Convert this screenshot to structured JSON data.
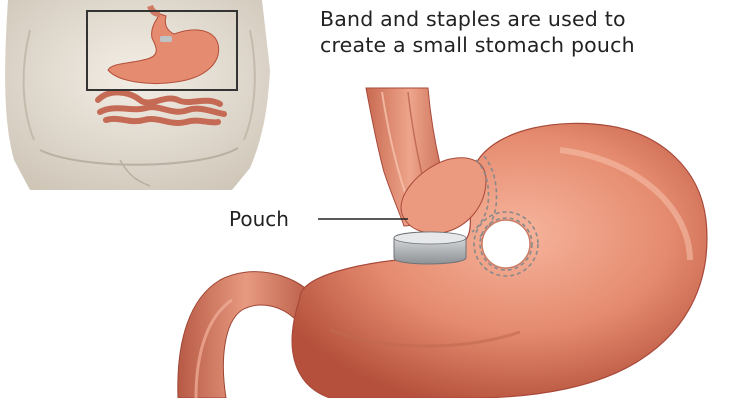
{
  "caption": {
    "line1": "Band and staples are used to",
    "line2": "create a small stomach pouch"
  },
  "labels": {
    "pouch": "Pouch"
  },
  "colors": {
    "background": "#ffffff",
    "stomach": "#e58b6f",
    "stomach_shadow": "#b4503b",
    "esophagus": "#d9846c",
    "band": "#b9bcbf",
    "staples": "#8a8a8a",
    "skin": "#e9e2d6",
    "inset_border": "#333333"
  }
}
